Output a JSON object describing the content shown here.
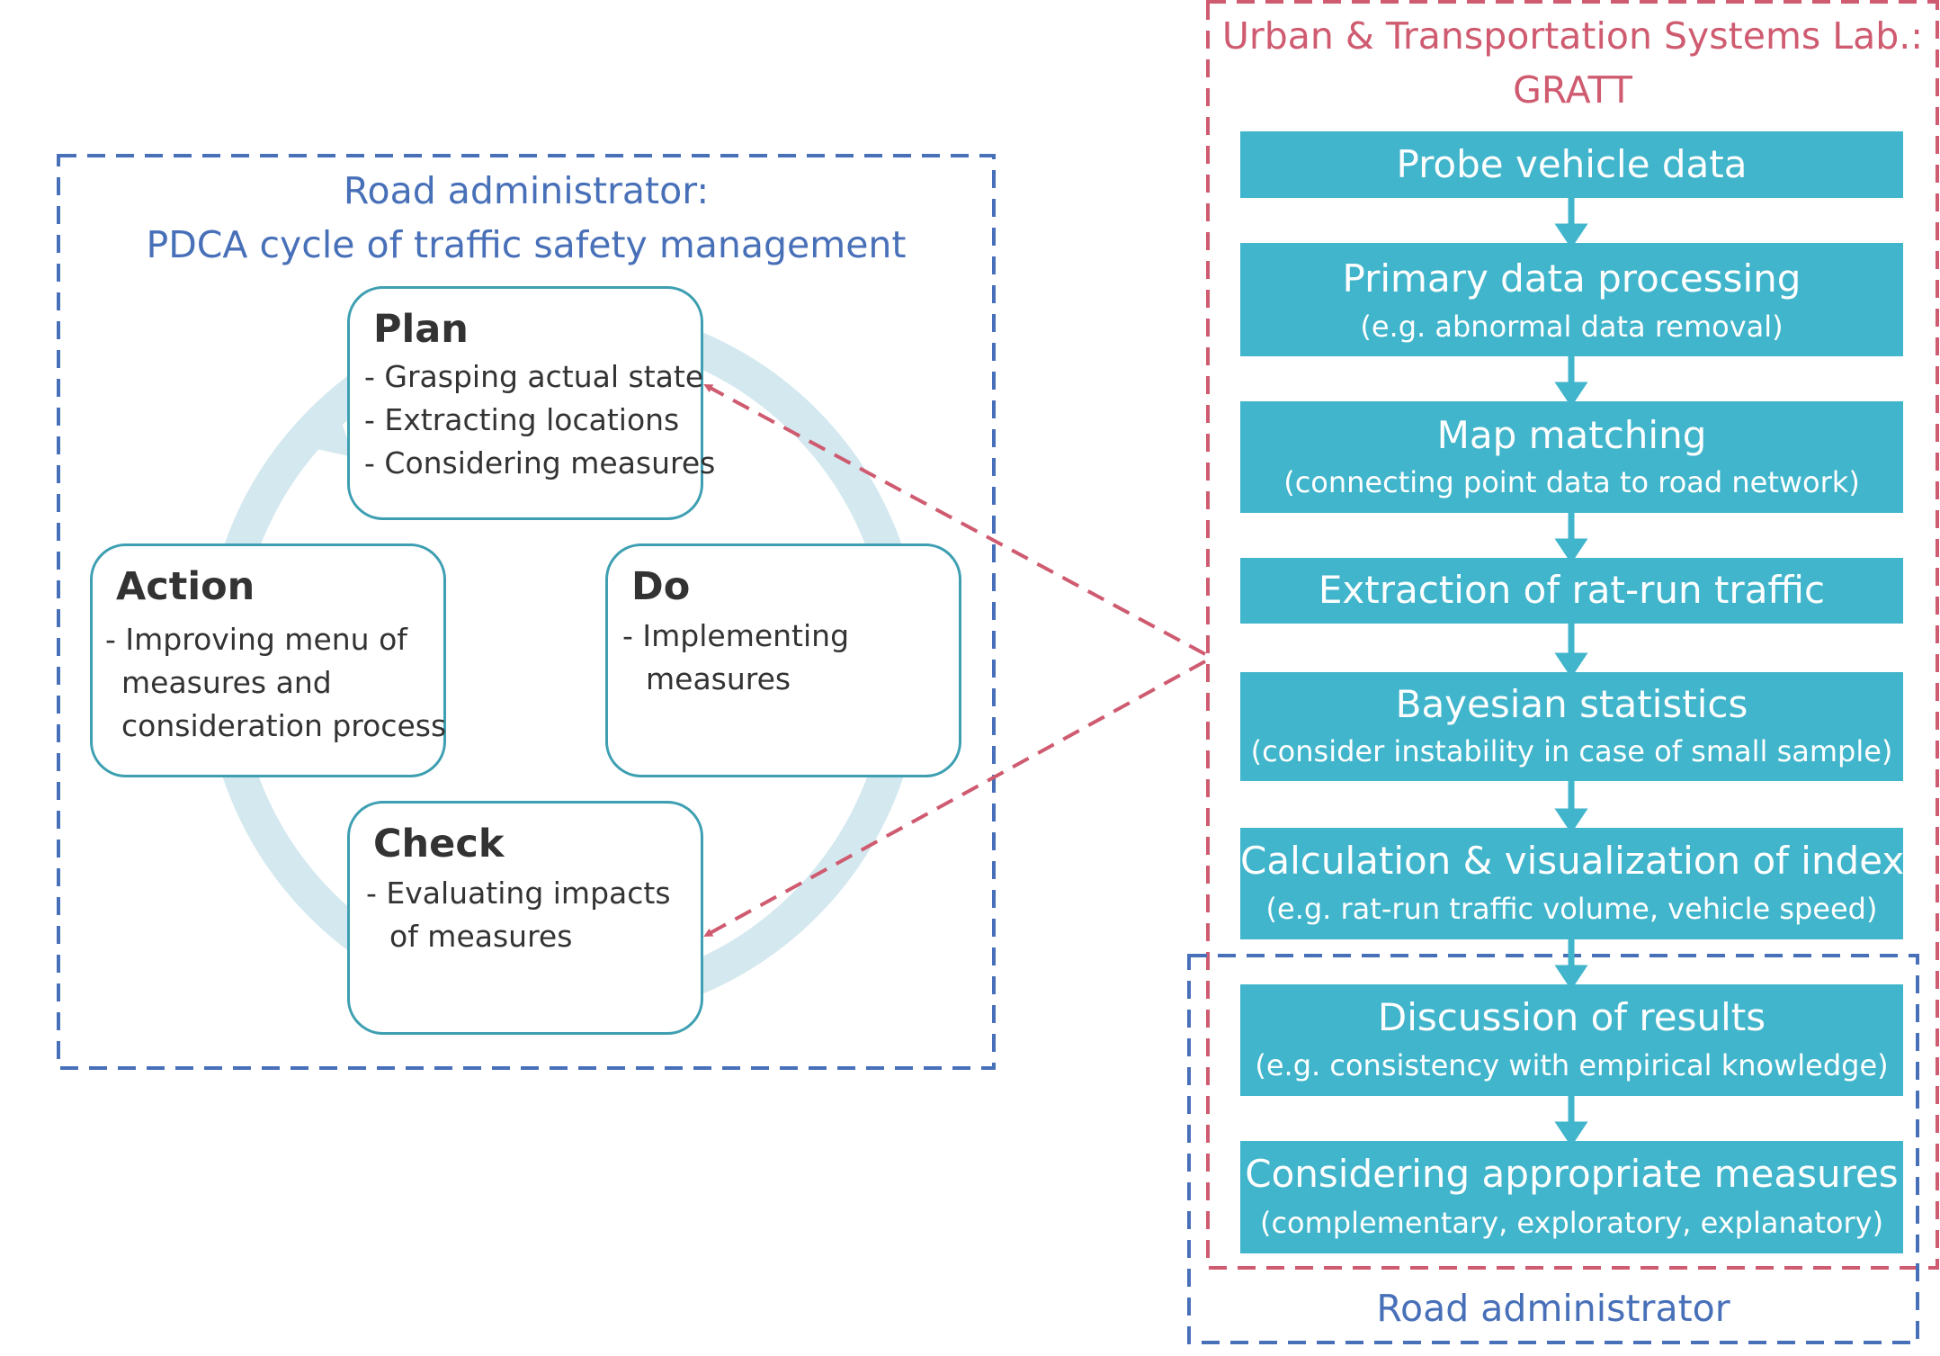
{
  "colors": {
    "admin_blue": "#4870b8",
    "lab_red": "#cf5b70",
    "step_teal": "#41b5cb",
    "card_border": "#3d9fb1",
    "cycle_ring": "#d4e8ef",
    "text_dark": "#333333"
  },
  "pdca_frame": {
    "title_line1": "Road administrator:",
    "title_line2": "PDCA cycle of traffic safety management"
  },
  "cards": {
    "plan": {
      "title": "Plan",
      "lines": [
        "- Grasping actual state",
        "- Extracting locations",
        "- Considering measures"
      ]
    },
    "action": {
      "title": "Action",
      "lines": [
        "- Improving menu of",
        "measures and",
        "consideration process"
      ]
    },
    "do": {
      "title": "Do",
      "lines": [
        "- Implementing",
        "measures"
      ]
    },
    "check": {
      "title": "Check",
      "lines": [
        "- Evaluating impacts",
        "of measures"
      ]
    }
  },
  "lab_frame": {
    "title_line1": "Urban & Transportation Systems Lab.:",
    "title_line2": "GRATT"
  },
  "steps": [
    {
      "name": "Probe vehicle data",
      "desc": ""
    },
    {
      "name": "Primary data processing",
      "desc": "(e.g. abnormal data removal)"
    },
    {
      "name": "Map matching",
      "desc": "(connecting point data to road network)"
    },
    {
      "name": "Extraction of rat-run traffic",
      "desc": ""
    },
    {
      "name": "Bayesian statistics",
      "desc": "(consider instability in case of small sample)"
    },
    {
      "name": "Calculation & visualization of index",
      "desc": "(e.g. rat-run traffic volume, vehicle speed)"
    },
    {
      "name": "Discussion of results",
      "desc": "(e.g. consistency with empirical knowledge)"
    },
    {
      "name": "Considering appropriate measures",
      "desc": "(complementary, exploratory, explanatory)"
    }
  ],
  "admin_frame": {
    "label": "Road administrator"
  }
}
